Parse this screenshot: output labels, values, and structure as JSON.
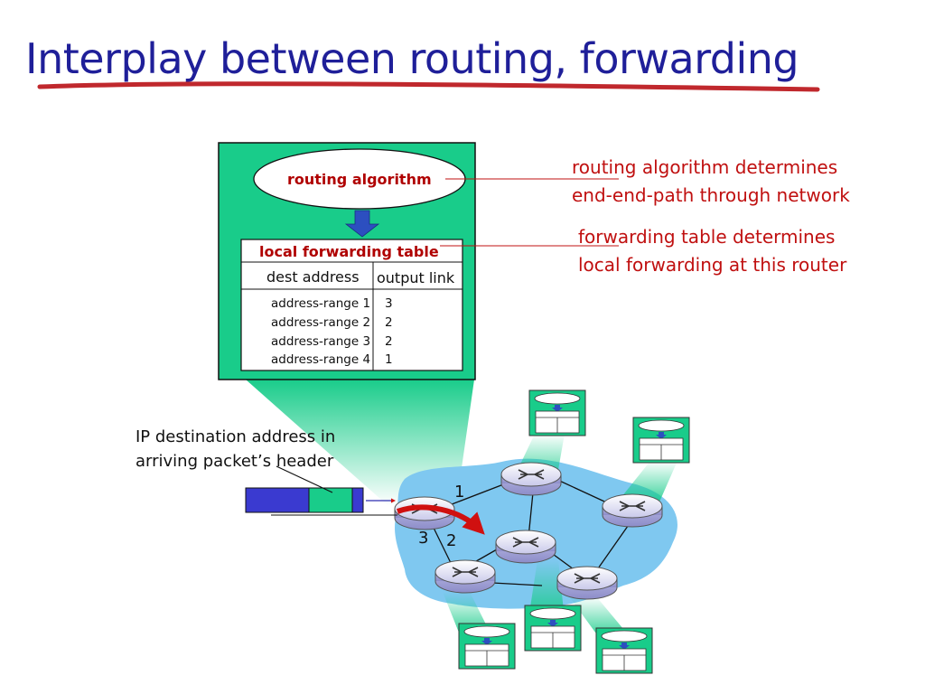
{
  "slide": {
    "title": "Interplay between routing, forwarding"
  },
  "router_box": {
    "algorithm_label": "routing algorithm",
    "table": {
      "title": "local forwarding table",
      "headers": [
        "dest address",
        "output  link"
      ],
      "rows": [
        {
          "dest": "address-range 1",
          "link": "3"
        },
        {
          "dest": "address-range 2",
          "link": "2"
        },
        {
          "dest": "address-range 3",
          "link": "2"
        },
        {
          "dest": "address-range 4",
          "link": "1"
        }
      ]
    }
  },
  "annotations": {
    "routing_line1": "routing algorithm determines",
    "routing_line2": "end-end-path through network",
    "forwarding_line1": "forwarding table determines",
    "forwarding_line2": "local forwarding at this router"
  },
  "packet_note": {
    "line1": "IP destination address in",
    "line2": "arriving packet’s header"
  },
  "router_ports": [
    "1",
    "3",
    "2"
  ],
  "colors": {
    "title": "#1f1f99",
    "title_underline": "#c0282d",
    "router_box": "#19cc8a",
    "annotation_text": "#c01010",
    "cloud": "#7fc8f0",
    "packet": "#3a3ad0",
    "packet_header": "#19cc8a",
    "forward_arrow": "#d01010",
    "down_arrow": "#2c4fc0"
  }
}
